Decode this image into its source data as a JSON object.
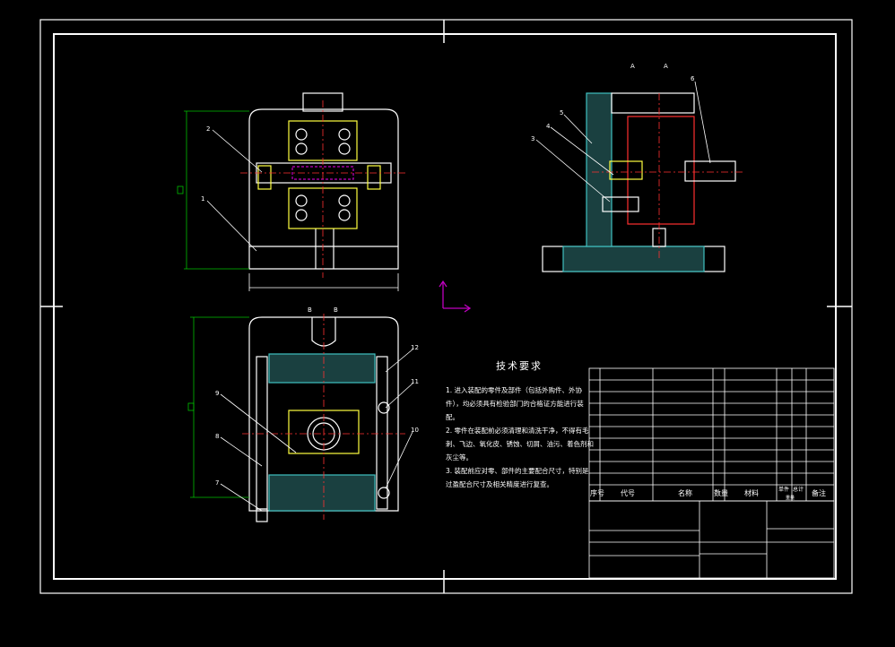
{
  "drawing": {
    "tech_requirements": {
      "title": "技术要求",
      "lines": [
        "1. 进入装配的零件及部件（包括外购件、外协",
        "件），均必须具有检验部门的合格证方能进行装",
        "配。",
        "2. 零件在装配前必须清理和清洗干净，不得有毛",
        "刺、飞边、氧化皮、锈蚀、切屑、油污、着色剂和",
        "灰尘等。",
        "3. 装配前应对零、部件的主要配合尺寸，特别是",
        "过盈配合尺寸及相关精度进行复查。"
      ]
    },
    "title_block": {
      "header": [
        "序号",
        "代号",
        "名称",
        "数量",
        "材料",
        "单件",
        "总计",
        "备注"
      ],
      "weight_label": "重量"
    },
    "part_labels": [
      "1",
      "2",
      "3",
      "4",
      "5",
      "6",
      "7",
      "8",
      "9",
      "10",
      "11",
      "12"
    ],
    "section_marks": [
      "B",
      "B",
      "A",
      "A"
    ],
    "colors": {
      "background": "#000000",
      "outline": "#ffffff",
      "dimension": "#00c000",
      "centerline": "#ff3030",
      "hatch": "#40c0c0",
      "highlight": "#ffff40",
      "magenta": "#c000c0"
    }
  }
}
